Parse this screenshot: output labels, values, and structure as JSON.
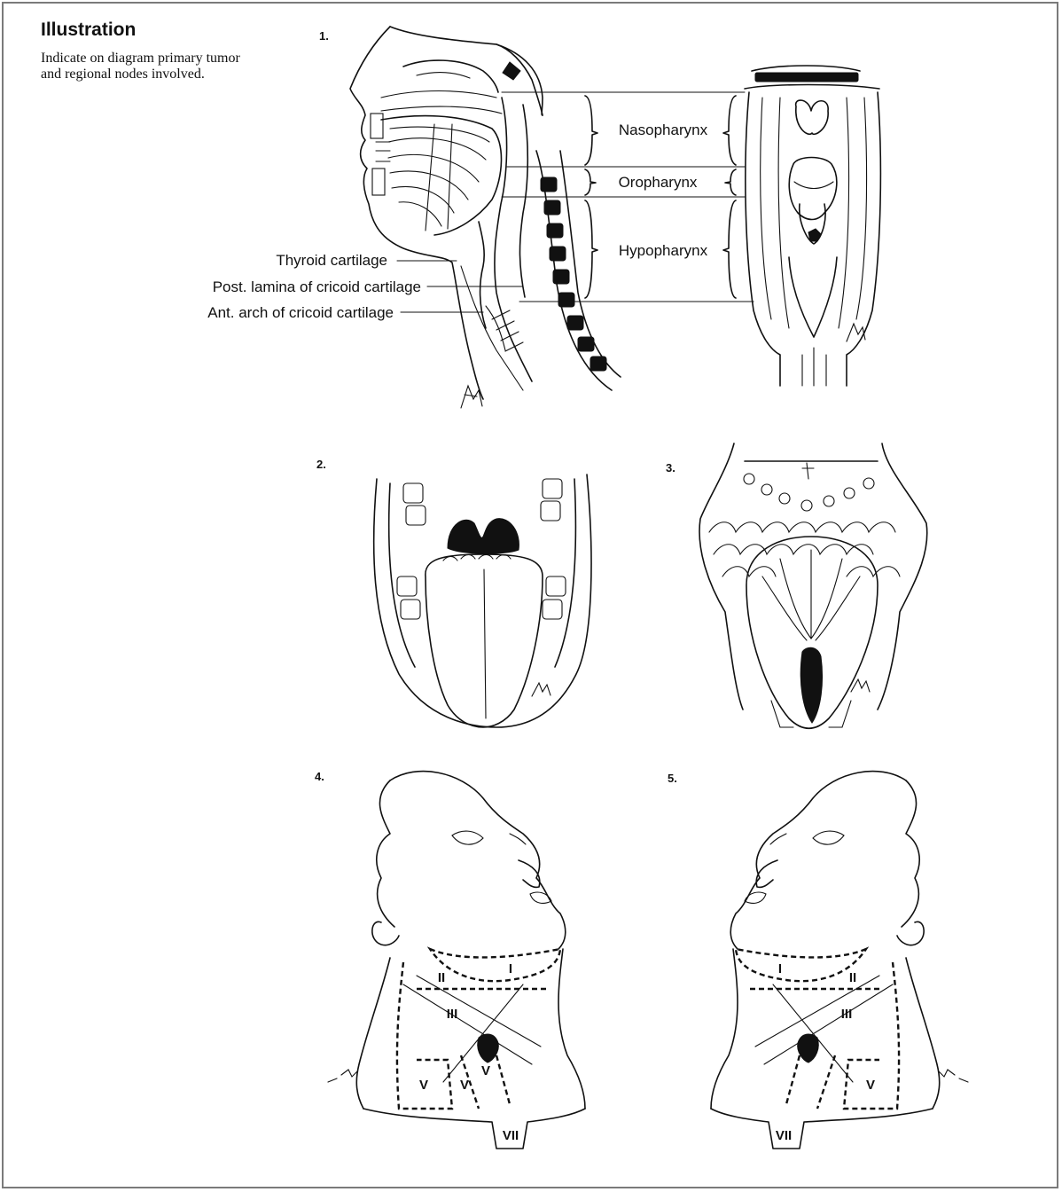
{
  "heading": "Illustration",
  "instruction": "Indicate on diagram primary tumor and regional nodes involved.",
  "figures": [
    {
      "number": "1."
    },
    {
      "number": "2."
    },
    {
      "number": "3."
    },
    {
      "number": "4."
    },
    {
      "number": "5."
    }
  ],
  "figure1": {
    "left_labels": [
      "Thyroid cartilage",
      "Post. lamina of cricoid cartilage",
      "Ant. arch of cricoid cartilage"
    ],
    "region_labels": [
      "Nasopharynx",
      "Oropharynx",
      "Hypopharynx"
    ]
  },
  "node_levels": {
    "left_neck": [
      "I",
      "II",
      "III",
      "V",
      "V",
      "V",
      "VII"
    ],
    "right_neck": [
      "I",
      "II",
      "III",
      "V",
      "VII"
    ]
  }
}
